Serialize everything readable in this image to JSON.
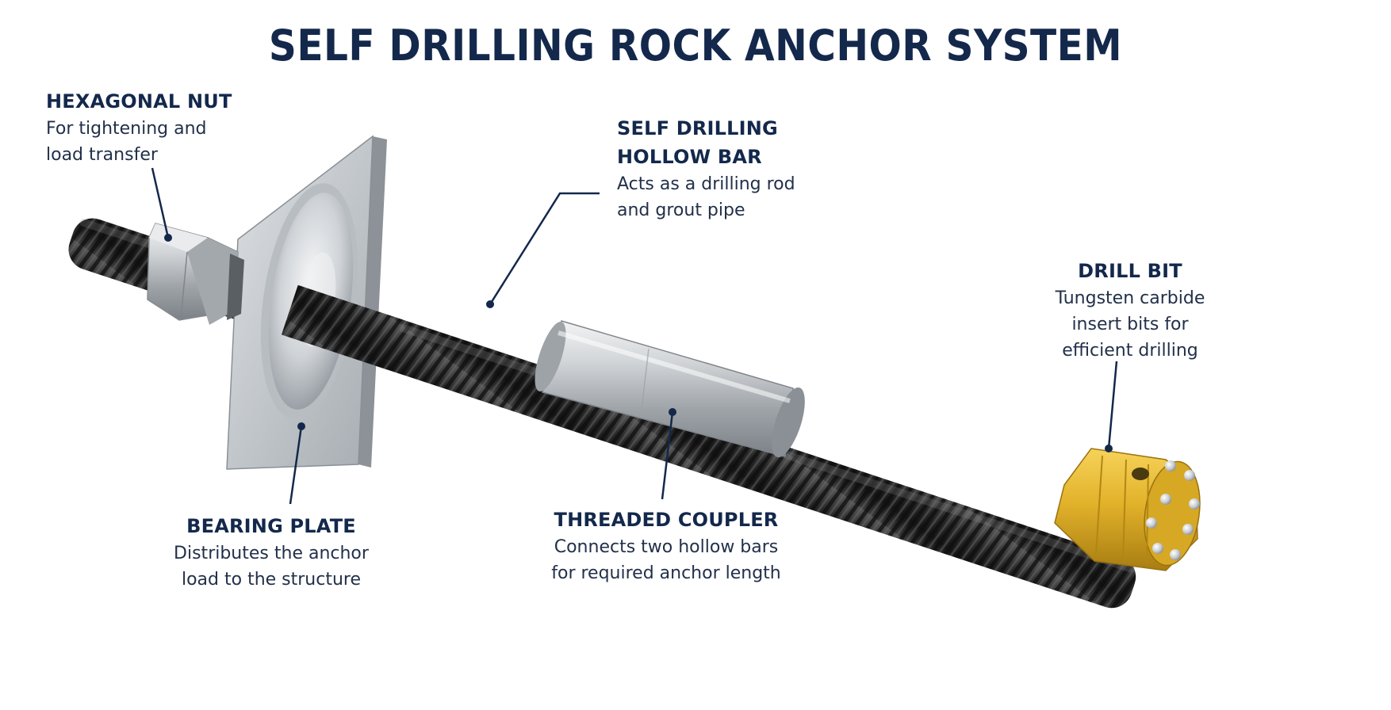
{
  "title": "SELF DRILLING ROCK ANCHOR SYSTEM",
  "components": {
    "hex_nut": {
      "heading": "HEXAGONAL NUT",
      "desc_line1": "For tightening and",
      "desc_line2": "load transfer"
    },
    "hollow_bar": {
      "heading_line1": "SELF DRILLING",
      "heading_line2": "HOLLOW BAR",
      "desc_line1": "Acts as a drilling rod",
      "desc_line2": "and grout pipe"
    },
    "drill_bit": {
      "heading": "DRILL BIT",
      "desc_line1": "Tungsten carbide",
      "desc_line2": "insert bits for",
      "desc_line3": "efficient drilling"
    },
    "bearing_plate": {
      "heading": "BEARING PLATE",
      "desc_line1": "Distributes the anchor",
      "desc_line2": "load to the structure"
    },
    "coupler": {
      "heading": "THREADED COUPLER",
      "desc_line1": "Connects two hollow bars",
      "desc_line2": "for required anchor length"
    }
  },
  "colors": {
    "heading": "#13284b",
    "leader_line": "#13284b",
    "bar": "#2b2b2b",
    "steel": "#c4c8cc",
    "drill_bit": "#e0b12a"
  }
}
